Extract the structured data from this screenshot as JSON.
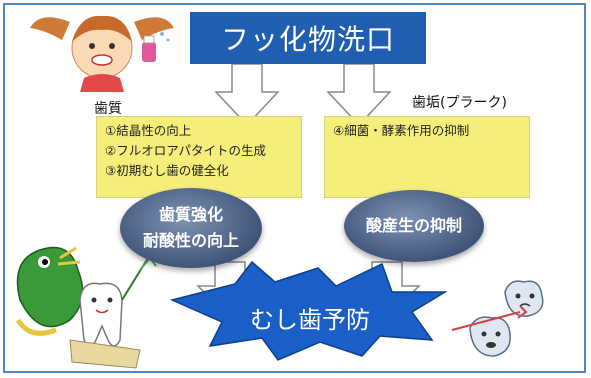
{
  "title": "フッ化物洗口",
  "left_label": "歯質",
  "right_label": "歯垢(プラーク)",
  "left_box_items": [
    "①結晶性の向上",
    "②フルオロアパタイトの生成",
    "③初期むし歯の健全化"
  ],
  "right_box_items": [
    "④細菌・酵素作用の抑制"
  ],
  "left_ellipse": [
    "歯質強化",
    "耐酸性の向上"
  ],
  "right_ellipse": [
    "酸産生の抑制"
  ],
  "result": "むし歯予防",
  "colors": {
    "title_bg": "#1f5eb0",
    "box": "#f6ee7a",
    "burst": "#1a5fc8",
    "frame": "#4f86c6"
  }
}
